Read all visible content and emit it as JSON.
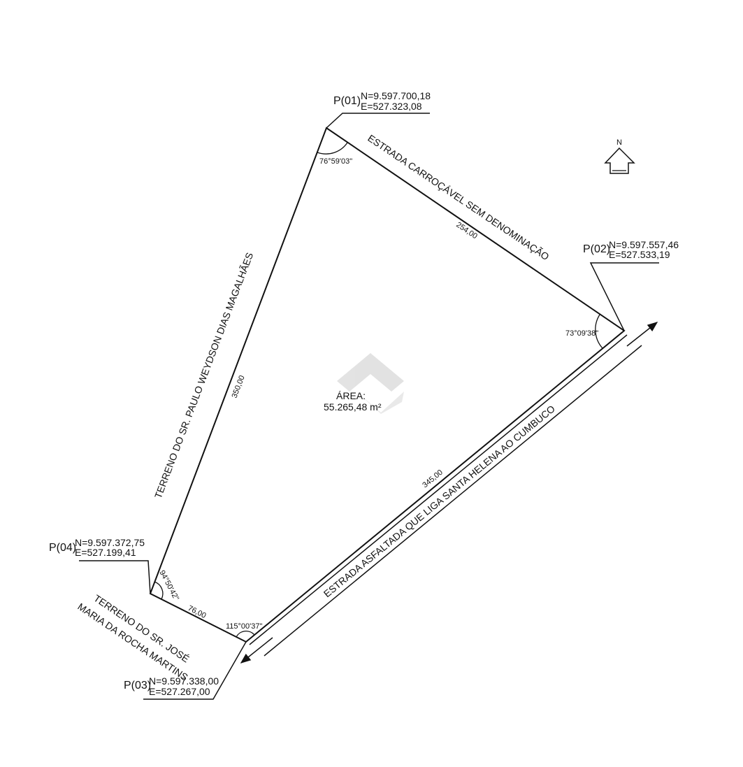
{
  "points": [
    {
      "id": "P(01)",
      "n": "N=9.597.700,18",
      "e": "E=527.323,08",
      "angle": "76°59'03\""
    },
    {
      "id": "P(02)",
      "n": "N=9.597.557,46",
      "e": "E=527.533,19",
      "angle": "73°09'38\""
    },
    {
      "id": "P(03)",
      "n": "N=9.597.338,00",
      "e": "E=527.267,00",
      "angle": "115°00'37\""
    },
    {
      "id": "P(04)",
      "n": "N=9.597.372,75",
      "e": "E=527.199,41",
      "angle": "94°50'42\""
    }
  ],
  "sides": {
    "p01_p02": "254,00",
    "p02_p03": "345,00",
    "p03_p04": "76,00",
    "p04_p01": "350,00"
  },
  "boundaries": {
    "north_east": "ESTRADA CARROÇÁVEL SEM DENOMINAÇÃO",
    "south_east": "ESTRADA ASFALTADA QUE LIGA SANTA HELENA AO CUMBUCO",
    "west": "TERRENO DO SR. PAULO WEYDSON DIAS MAGALHÃES",
    "south_line1": "TERRENO DO SR. JOSÉ",
    "south_line2": "MARIA DA ROCHA MARTINS"
  },
  "area": {
    "label": "ÁREA:",
    "value": "55.265,48 m²"
  },
  "north": {
    "label": "N"
  }
}
